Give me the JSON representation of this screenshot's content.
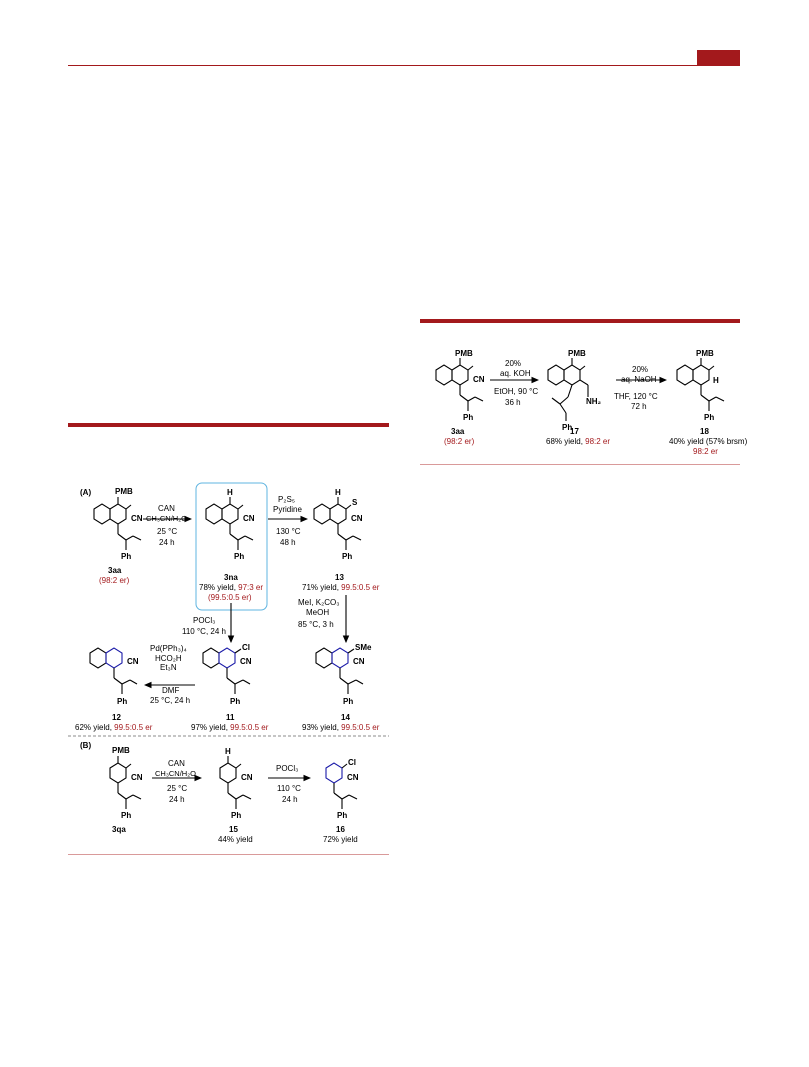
{
  "colors": {
    "accent": "#a3191c",
    "highlight_box": "#5fb4e0",
    "heteroarene": "#1a1aa8"
  },
  "scheme_a": {
    "panel_a": "(A)",
    "panel_b": "(B)",
    "c3aa": {
      "sub": "PMB",
      "ph": "Ph",
      "cn": "CN",
      "label": "3aa",
      "er": "(98:2 er)"
    },
    "step1": {
      "r1": "CAN",
      "r2": "CH₃CN/H₂O",
      "r3": "25 °C",
      "r4": "24 h"
    },
    "c3na": {
      "sub": "H",
      "ph": "Ph",
      "cn": "CN",
      "label": "3na",
      "yield": "78% yield, ",
      "er": "97:3 er",
      "er2": "(99.5:0.5 er)"
    },
    "step2": {
      "r1": "P₂S₅",
      "r2": "Pyridine",
      "r3": "130 °C",
      "r4": "48 h"
    },
    "c13": {
      "sub": "H",
      "s": "S",
      "ph": "Ph",
      "cn": "CN",
      "label": "13",
      "yield": "71% yield, ",
      "er": "99.5:0.5 er"
    },
    "step3": {
      "r1": "POCl₃",
      "r2": "110 °C, 24 h"
    },
    "step4": {
      "r1": "MeI, K₂CO₃",
      "r2": "MeOH",
      "r3": "85 °C, 3 h"
    },
    "step5": {
      "r1": "Pd(PPh₃)₄",
      "r2": "HCO₂H",
      "r3": "Et₃N",
      "r4": "DMF",
      "r5": "25 °C, 24 h"
    },
    "c12": {
      "ph": "Ph",
      "cn": "CN",
      "label": "12",
      "yield": "62% yield, ",
      "er": "99.5:0.5 er"
    },
    "c11": {
      "ph": "Ph",
      "cn": "CN",
      "cl": "Cl",
      "label": "11",
      "yield": "97% yield, ",
      "er": "99.5:0.5 er"
    },
    "c14": {
      "ph": "Ph",
      "cn": "CN",
      "sme": "SMe",
      "label": "14",
      "yield": "93% yield, ",
      "er": "99.5:0.5 er"
    },
    "c3qa": {
      "sub": "PMB",
      "ph": "Ph",
      "cn": "CN",
      "label": "3qa"
    },
    "step6": {
      "r1": "CAN",
      "r2": "CH₃CN/H₂O",
      "r3": "25 °C",
      "r4": "24 h"
    },
    "c15": {
      "sub": "H",
      "ph": "Ph",
      "cn": "CN",
      "label": "15",
      "yield": "44% yield"
    },
    "step7": {
      "r1": "POCl₃",
      "r2": "110 °C",
      "r3": "24 h"
    },
    "c16": {
      "ph": "Ph",
      "cn": "CN",
      "cl": "Cl",
      "label": "16",
      "yield": "72% yield"
    }
  },
  "scheme_b": {
    "c3aa": {
      "sub": "PMB",
      "ph": "Ph",
      "cn": "CN",
      "label": "3aa",
      "er": "(98:2 er)"
    },
    "step1": {
      "r1": "20%",
      "r2": "aq. KOH",
      "r3": "EtOH, 90 °C",
      "r4": "36 h"
    },
    "c17": {
      "sub": "PMB",
      "ph": "Ph",
      "nh2": "NH₂",
      "label": "17",
      "yield": "68% yield, ",
      "er": "98:2 er"
    },
    "step2": {
      "r1": "20%",
      "r2": "aq. NaOH",
      "r3": "THF, 120 °C",
      "r4": "72 h"
    },
    "c18": {
      "sub": "PMB",
      "ph": "Ph",
      "h": "H",
      "label": "18",
      "yield": "40% yield (57% brsm)",
      "er": "98:2 er"
    }
  }
}
